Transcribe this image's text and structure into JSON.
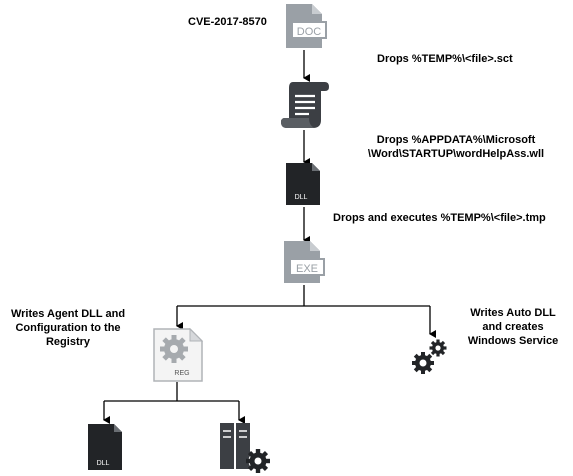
{
  "labels": {
    "cve": "CVE-2017-8570",
    "drops_sct": "Drops %TEMP%\\<file>.sct",
    "drops_wll_line1": "Drops  %APPDATA%\\Microsoft",
    "drops_wll_line2": "\\Word\\STARTUP\\wordHelpAss.wll",
    "drops_exec_tmp": "Drops and executes %TEMP%\\<file>.tmp",
    "writes_agent_line1": "Writes  Agent DLL and",
    "writes_agent_line2": "Configuration to the",
    "writes_agent_line3": "Registry",
    "writes_auto_line1": "Writes Auto DLL",
    "writes_auto_line2": "and creates",
    "writes_auto_line3": "Windows Service"
  },
  "icon_texts": {
    "doc": "DOC",
    "dll_top": "DLL",
    "exe": "EXE",
    "reg": "REG",
    "dll_bottom": "DLL"
  },
  "colors": {
    "gray_icon": "#9aa0a6",
    "dark_icon": "#3c3f44",
    "line": "#000000"
  }
}
